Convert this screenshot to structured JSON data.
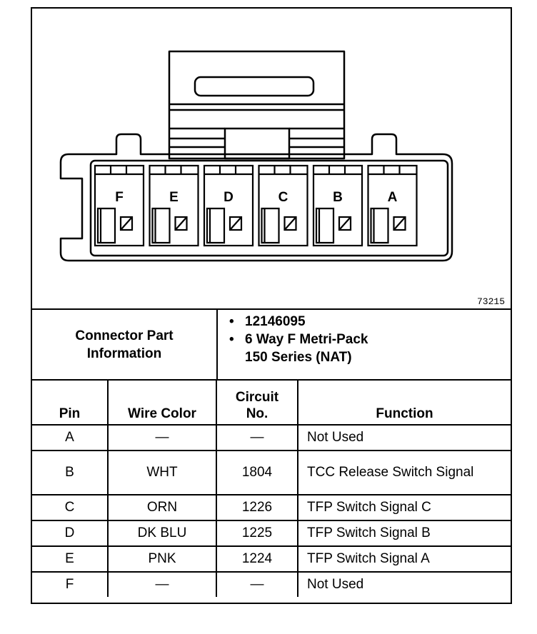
{
  "figure_number": "73215",
  "connector": {
    "cavities": [
      "F",
      "E",
      "D",
      "C",
      "B",
      "A"
    ]
  },
  "part_info": {
    "label_line1": "Connector Part",
    "label_line2": "Information",
    "bullet": "•",
    "items": [
      {
        "line1": "12146095",
        "line2": ""
      },
      {
        "line1": "6 Way F Metri-Pack",
        "line2": "150 Series (NAT)"
      }
    ]
  },
  "table": {
    "headers": {
      "pin": "Pin",
      "wire_color": "Wire Color",
      "circuit_line1": "Circuit",
      "circuit_line2": "No.",
      "function": "Function"
    },
    "rows": [
      {
        "pin": "A",
        "wire_color": "—",
        "circuit": "—",
        "function": "Not Used"
      },
      {
        "pin": "B",
        "wire_color": "WHT",
        "circuit": "1804",
        "function": "TCC Release Switch Signal"
      },
      {
        "pin": "C",
        "wire_color": "ORN",
        "circuit": "1226",
        "function": "TFP Switch Signal C"
      },
      {
        "pin": "D",
        "wire_color": "DK BLU",
        "circuit": "1225",
        "function": "TFP Switch Signal B"
      },
      {
        "pin": "E",
        "wire_color": "PNK",
        "circuit": "1224",
        "function": "TFP Switch Signal A"
      },
      {
        "pin": "F",
        "wire_color": "—",
        "circuit": "—",
        "function": "Not Used"
      }
    ]
  }
}
